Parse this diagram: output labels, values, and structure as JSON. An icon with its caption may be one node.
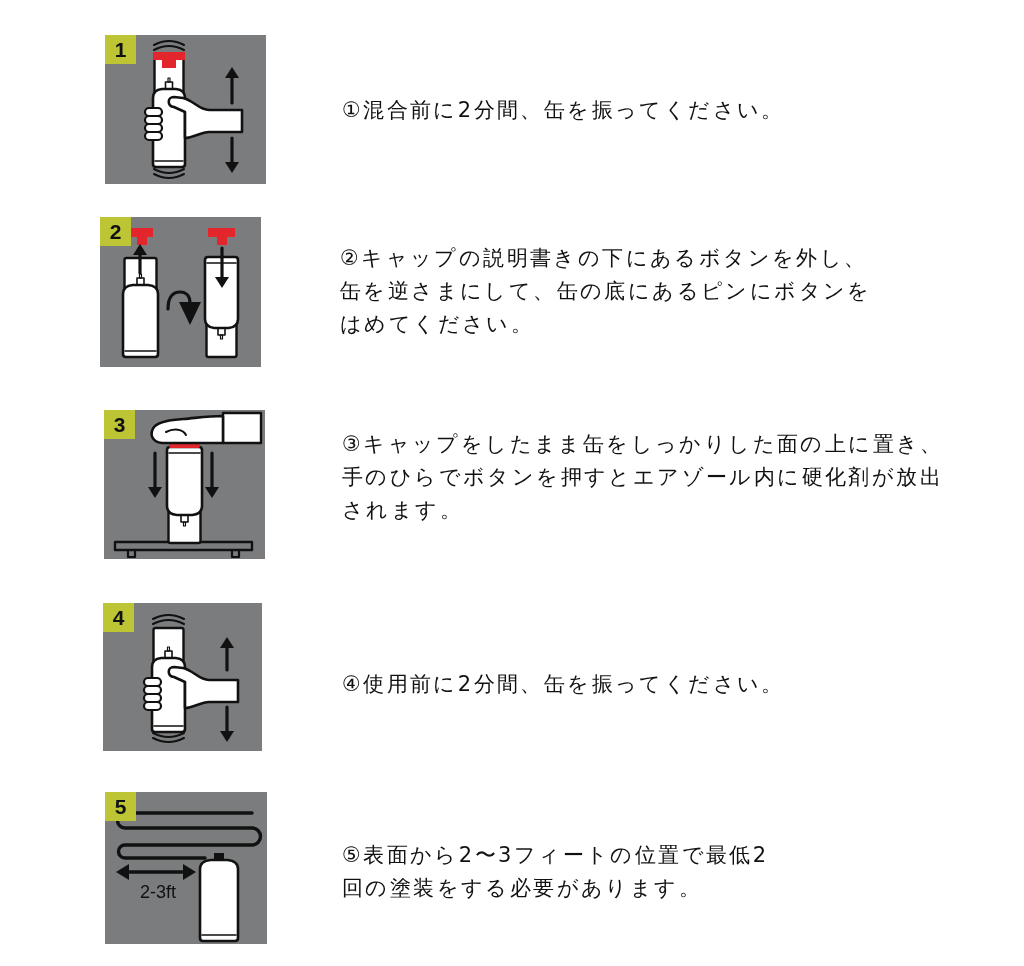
{
  "diagram": {
    "nodes": [
      {
        "text": [
          "1"
        ],
        "beside": [
          "①混合前に2分間、缶を振ってください。"
        ]
      },
      {
        "text": [
          "2"
        ],
        "beside": [
          "②キャップの説明書きの下にあるボタンを外し、缶を逆さまにして、缶の底にあるピンにボタンをはめてください。"
        ]
      },
      {
        "text": [
          "3"
        ],
        "beside": [
          "③キャップをしたまま缶をしっかりした面の上に置き、手のひらでボタンを押すとエアゾール内に硬化剤が放出されます。"
        ]
      },
      {
        "text": [
          "4"
        ],
        "beside": [
          "④使用前に2分間、缶を振ってください。"
        ]
      },
      {
        "text": [
          "5",
          "2-3ft"
        ],
        "beside": [
          "⑤表面から2〜3フィートの位置で最低2回の塗装をする必要があります。"
        ]
      }
    ]
  }
}
